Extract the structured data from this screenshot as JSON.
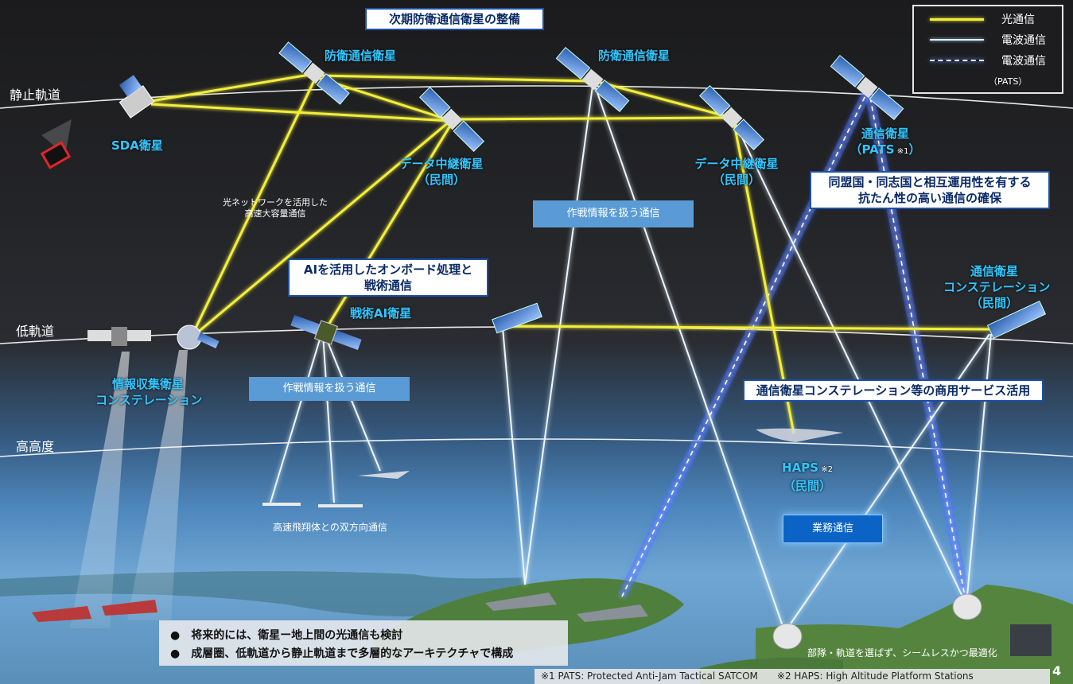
{
  "title": "次期防衛通信衛星の整備",
  "orbits": {
    "geo": "静止軌道",
    "leo": "低軌道",
    "high": "高高度"
  },
  "satellites": {
    "defense_left": "防衛通信衛星",
    "defense_right": "防衛通信衛星",
    "sda": "SDA衛星",
    "relay_left": [
      "データ中継衛星",
      "（民間）"
    ],
    "relay_right": [
      "データ中継衛星",
      "（民間）"
    ],
    "pats": [
      "通信衛星",
      "（PATS"
    ],
    "pats_note": "※1",
    "tactical_ai": "戦術AI衛星",
    "isr": [
      "情報収集衛星",
      "コンステレーション"
    ],
    "comm_const": [
      "通信衛星",
      "コンステレーション",
      "（民間）"
    ],
    "haps": [
      "HAPS",
      "（民間）"
    ],
    "haps_note": "※2"
  },
  "notes": {
    "optical_network": [
      "光ネットワークを活用した",
      "高速大容量通信"
    ],
    "hypersonic": "高速飛翔体との双方向通信",
    "ground": "部隊・軌道を選ばず、シームレスかつ最適化"
  },
  "callouts": {
    "ai_onboard": [
      "AIを活用したオンボード処理と",
      "戦術通信"
    ],
    "interop": [
      "同盟国・同志国と相互運用性を有する",
      "抗たん性の高い通信の確保"
    ],
    "commercial": "通信衛星コンステレーション等の商用サービス活用"
  },
  "blue_boxes": {
    "ops_upper": "作戦情報を扱う通信",
    "ops_lower": "作戦情報を扱う通信",
    "business": "業務通信"
  },
  "legend": {
    "optical": "光通信",
    "radio": "電波通信",
    "radio_pats": "電波通信",
    "pats_sub": "（PATS）",
    "colors": {
      "optical": "#f2ee3a",
      "radio": "#dff2ff",
      "radio_pats": "#5b8cff"
    }
  },
  "bullets": [
    "将来的には、衛星ー地上間の光通信も検討",
    "成層圏、低軌道から静止軌道まで多層的なアーキテクチャで構成"
  ],
  "footnote": "※1 PATS: Protected Anti-Jam Tactical SATCOM　　※2 HAPS: High Altitude Platform Stations",
  "page_number": "4"
}
